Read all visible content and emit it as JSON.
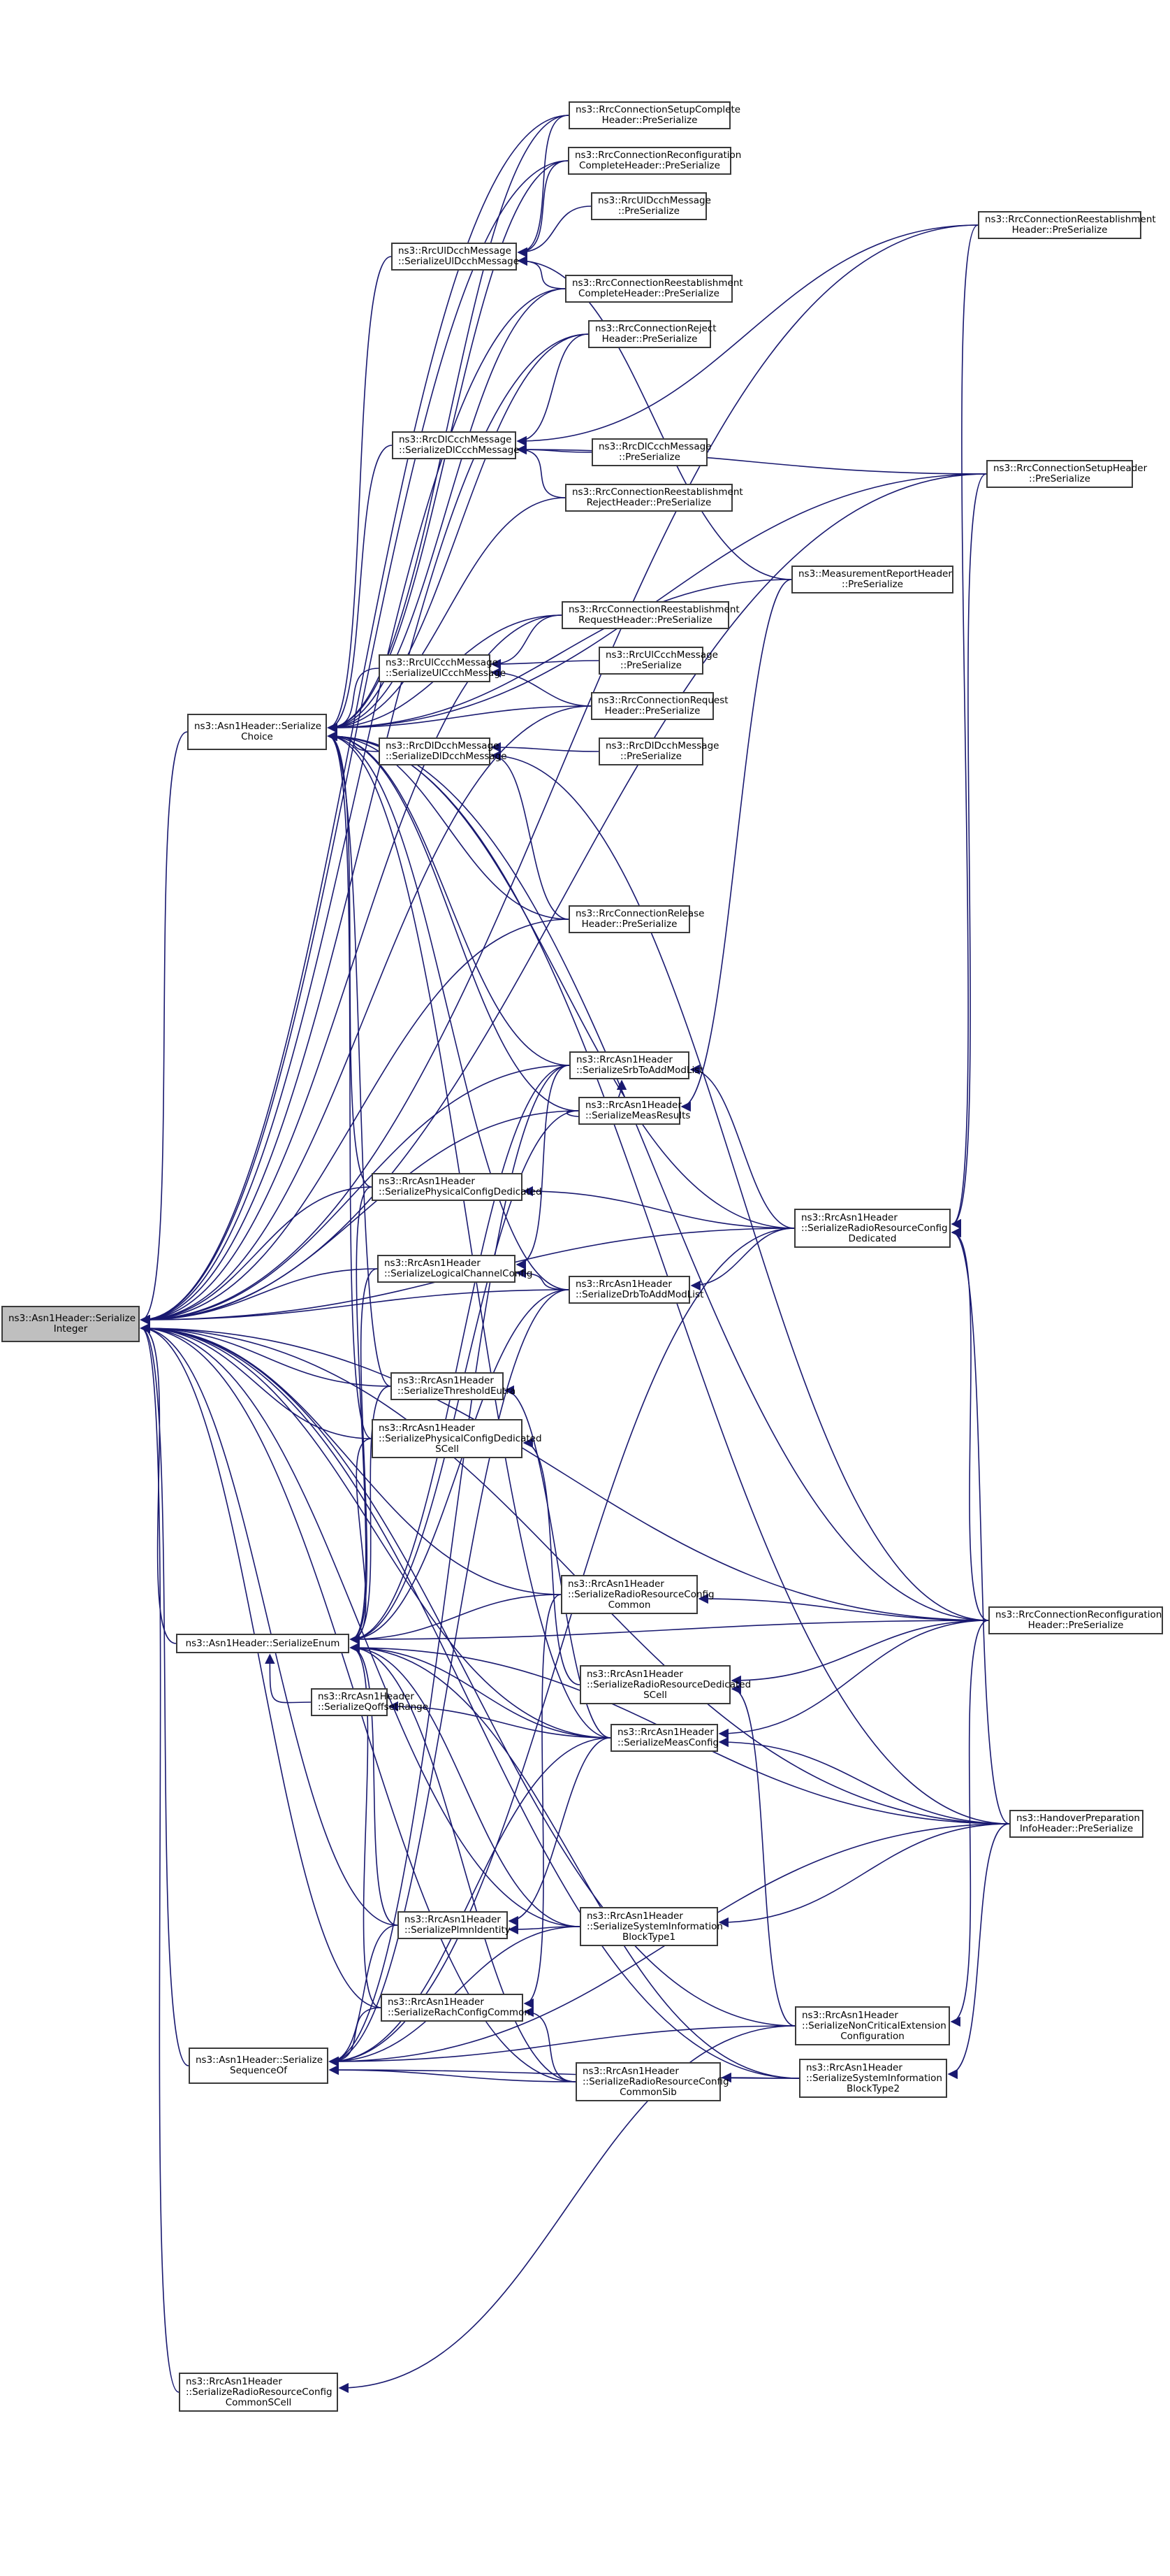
{
  "diagram": {
    "type": "doxygen-caller-graph",
    "root": "integer",
    "colors": {
      "edge": "#191970",
      "node_border": "#3a3a3a",
      "root_fill": "#bfbfbf",
      "node_fill": "#ffffff"
    },
    "nodes": [
      {
        "id": "integer",
        "lines": [
          "ns3::Asn1Header::Serialize",
          "Integer"
        ]
      },
      {
        "id": "choice",
        "lines": [
          "ns3::Asn1Header::Serialize",
          "Choice"
        ]
      },
      {
        "id": "enum",
        "lines": [
          "ns3::Asn1Header::SerializeEnum"
        ]
      },
      {
        "id": "seqof",
        "lines": [
          "ns3::Asn1Header::Serialize",
          "SequenceOf"
        ]
      },
      {
        "id": "rrccommonscell",
        "lines": [
          "ns3::RrcAsn1Header",
          "::SerializeRadioResourceConfig",
          "CommonSCell"
        ]
      },
      {
        "id": "uldcch",
        "lines": [
          "ns3::RrcUlDcchMessage",
          "::SerializeUlDcchMessage"
        ]
      },
      {
        "id": "dlccch",
        "lines": [
          "ns3::RrcDlCcchMessage",
          "::SerializeDlCcchMessage"
        ]
      },
      {
        "id": "ulccch",
        "lines": [
          "ns3::RrcUlCcchMessage",
          "::SerializeUlCcchMessage"
        ]
      },
      {
        "id": "dldcch",
        "lines": [
          "ns3::RrcDlDcchMessage",
          "::SerializeDlDcchMessage"
        ]
      },
      {
        "id": "physded",
        "lines": [
          "ns3::RrcAsn1Header",
          "::SerializePhysicalConfigDedicated"
        ]
      },
      {
        "id": "logch",
        "lines": [
          "ns3::RrcAsn1Header",
          "::SerializeLogicalChannelConfig"
        ]
      },
      {
        "id": "thresh",
        "lines": [
          "ns3::RrcAsn1Header",
          "::SerializeThresholdEutra"
        ]
      },
      {
        "id": "physdedscell",
        "lines": [
          "ns3::RrcAsn1Header",
          "::SerializePhysicalConfigDedicated",
          "SCell"
        ]
      },
      {
        "id": "qoffset",
        "lines": [
          "ns3::RrcAsn1Header",
          "::SerializeQoffsetRange"
        ]
      },
      {
        "id": "plmn",
        "lines": [
          "ns3::RrcAsn1Header",
          "::SerializePlmnIdentity"
        ]
      },
      {
        "id": "rach",
        "lines": [
          "ns3::RrcAsn1Header",
          "::SerializeRachConfigCommon"
        ]
      },
      {
        "id": "setupcomplete",
        "lines": [
          "ns3::RrcConnectionSetupComplete",
          "Header::PreSerialize"
        ]
      },
      {
        "id": "reconfcomplete",
        "lines": [
          "ns3::RrcConnectionReconfiguration",
          "CompleteHeader::PreSerialize"
        ]
      },
      {
        "id": "uldcchpre",
        "lines": [
          "ns3::RrcUlDcchMessage",
          "::PreSerialize"
        ]
      },
      {
        "id": "reestcomplete",
        "lines": [
          "ns3::RrcConnectionReestablishment",
          "CompleteHeader::PreSerialize"
        ]
      },
      {
        "id": "reject",
        "lines": [
          "ns3::RrcConnectionReject",
          "Header::PreSerialize"
        ]
      },
      {
        "id": "dlccchpre",
        "lines": [
          "ns3::RrcDlCcchMessage",
          "::PreSerialize"
        ]
      },
      {
        "id": "reestreject",
        "lines": [
          "ns3::RrcConnectionReestablishment",
          "RejectHeader::PreSerialize"
        ]
      },
      {
        "id": "measreport",
        "lines": [
          "ns3::MeasurementReportHeader",
          "::PreSerialize"
        ]
      },
      {
        "id": "reestrequest",
        "lines": [
          "ns3::RrcConnectionReestablishment",
          "RequestHeader::PreSerialize"
        ]
      },
      {
        "id": "ulccchpre",
        "lines": [
          "ns3::RrcUlCcchMessage",
          "::PreSerialize"
        ]
      },
      {
        "id": "connrequest",
        "lines": [
          "ns3::RrcConnectionRequest",
          "Header::PreSerialize"
        ]
      },
      {
        "id": "dldcchpre",
        "lines": [
          "ns3::RrcDlDcchMessage",
          "::PreSerialize"
        ]
      },
      {
        "id": "release",
        "lines": [
          "ns3::RrcConnectionRelease",
          "Header::PreSerialize"
        ]
      },
      {
        "id": "srb",
        "lines": [
          "ns3::RrcAsn1Header",
          "::SerializeSrbToAddModList"
        ]
      },
      {
        "id": "measresults",
        "lines": [
          "ns3::RrcAsn1Header",
          "::SerializeMeasResults"
        ]
      },
      {
        "id": "drb",
        "lines": [
          "ns3::RrcAsn1Header",
          "::SerializeDrbToAddModList"
        ]
      },
      {
        "id": "rrccommon",
        "lines": [
          "ns3::RrcAsn1Header",
          "::SerializeRadioResourceConfig",
          "Common"
        ]
      },
      {
        "id": "rrdedscell",
        "lines": [
          "ns3::RrcAsn1Header",
          "::SerializeRadioResourceDedicated",
          "SCell"
        ]
      },
      {
        "id": "measconfig",
        "lines": [
          "ns3::RrcAsn1Header",
          "::SerializeMeasConfig"
        ]
      },
      {
        "id": "sib1",
        "lines": [
          "ns3::RrcAsn1Header",
          "::SerializeSystemInformation",
          "BlockType1"
        ]
      },
      {
        "id": "rrccommonsib",
        "lines": [
          "ns3::RrcAsn1Header",
          "::SerializeRadioResourceConfig",
          "CommonSib"
        ]
      },
      {
        "id": "rrcded",
        "lines": [
          "ns3::RrcAsn1Header",
          "::SerializeRadioResourceConfig",
          "Dedicated"
        ]
      },
      {
        "id": "noncrit",
        "lines": [
          "ns3::RrcAsn1Header",
          "::SerializeNonCriticalExtension",
          "Configuration"
        ]
      },
      {
        "id": "sib2",
        "lines": [
          "ns3::RrcAsn1Header",
          "::SerializeSystemInformation",
          "BlockType2"
        ]
      },
      {
        "id": "reestheader",
        "lines": [
          "ns3::RrcConnectionReestablishment",
          "Header::PreSerialize"
        ]
      },
      {
        "id": "setupheader",
        "lines": [
          "ns3::RrcConnectionSetupHeader",
          "::PreSerialize"
        ]
      },
      {
        "id": "reconfheader",
        "lines": [
          "ns3::RrcConnectionReconfiguration",
          "Header::PreSerialize"
        ]
      },
      {
        "id": "handover",
        "lines": [
          "ns3::HandoverPreparation",
          "InfoHeader::PreSerialize"
        ]
      }
    ],
    "edges": [
      [
        "choice",
        "integer"
      ],
      [
        "enum",
        "integer"
      ],
      [
        "seqof",
        "integer"
      ],
      [
        "rrccommonscell",
        "integer"
      ],
      [
        "physded",
        "integer"
      ],
      [
        "logch",
        "integer"
      ],
      [
        "thresh",
        "integer"
      ],
      [
        "physdedscell",
        "integer"
      ],
      [
        "drb",
        "integer"
      ],
      [
        "srb",
        "integer"
      ],
      [
        "measresults",
        "integer"
      ],
      [
        "rrcded",
        "integer"
      ],
      [
        "plmn",
        "integer"
      ],
      [
        "rach",
        "integer"
      ],
      [
        "measconfig",
        "integer"
      ],
      [
        "sib1",
        "integer"
      ],
      [
        "rrccommonsib",
        "integer"
      ],
      [
        "sib2",
        "integer"
      ],
      [
        "noncrit",
        "integer"
      ],
      [
        "rrccommon",
        "integer"
      ],
      [
        "setupcomplete",
        "integer"
      ],
      [
        "reconfcomplete",
        "integer"
      ],
      [
        "reestcomplete",
        "integer"
      ],
      [
        "reject",
        "integer"
      ],
      [
        "release",
        "integer"
      ],
      [
        "reestrequest",
        "integer"
      ],
      [
        "connrequest",
        "integer"
      ],
      [
        "reestheader",
        "integer"
      ],
      [
        "setupheader",
        "integer"
      ],
      [
        "reconfheader",
        "integer"
      ],
      [
        "handover",
        "integer"
      ],
      [
        "uldcch",
        "choice"
      ],
      [
        "dlccch",
        "choice"
      ],
      [
        "ulccch",
        "choice"
      ],
      [
        "dldcch",
        "choice"
      ],
      [
        "setupcomplete",
        "choice"
      ],
      [
        "reconfcomplete",
        "choice"
      ],
      [
        "reestcomplete",
        "choice"
      ],
      [
        "reject",
        "choice"
      ],
      [
        "reestreject",
        "choice"
      ],
      [
        "measreport",
        "choice"
      ],
      [
        "reestrequest",
        "choice"
      ],
      [
        "connrequest",
        "choice"
      ],
      [
        "release",
        "choice"
      ],
      [
        "srb",
        "choice"
      ],
      [
        "measresults",
        "choice"
      ],
      [
        "physded",
        "choice"
      ],
      [
        "thresh",
        "choice"
      ],
      [
        "physdedscell",
        "choice"
      ],
      [
        "drb",
        "choice"
      ],
      [
        "measconfig",
        "choice"
      ],
      [
        "rrcded",
        "choice"
      ],
      [
        "reconfheader",
        "choice"
      ],
      [
        "handover",
        "choice"
      ],
      [
        "setupheader",
        "choice"
      ],
      [
        "setupcomplete",
        "uldcch"
      ],
      [
        "reconfcomplete",
        "uldcch"
      ],
      [
        "uldcchpre",
        "uldcch"
      ],
      [
        "reestcomplete",
        "uldcch"
      ],
      [
        "measreport",
        "uldcch"
      ],
      [
        "reject",
        "dlccch"
      ],
      [
        "dlccchpre",
        "dlccch"
      ],
      [
        "reestreject",
        "dlccch"
      ],
      [
        "reestheader",
        "dlccch"
      ],
      [
        "setupheader",
        "dlccch"
      ],
      [
        "reestrequest",
        "ulccch"
      ],
      [
        "ulccchpre",
        "ulccch"
      ],
      [
        "connrequest",
        "ulccch"
      ],
      [
        "dldcchpre",
        "dldcch"
      ],
      [
        "release",
        "dldcch"
      ],
      [
        "reconfheader",
        "dldcch"
      ],
      [
        "measresults",
        "srb"
      ],
      [
        "rrcded",
        "srb"
      ],
      [
        "measreport",
        "measresults"
      ],
      [
        "rrcded",
        "physded"
      ],
      [
        "drb",
        "logch"
      ],
      [
        "srb",
        "logch"
      ],
      [
        "rrcded",
        "drb"
      ],
      [
        "measconfig",
        "thresh"
      ],
      [
        "rrdedscell",
        "physdedscell"
      ],
      [
        "reestheader",
        "rrcded"
      ],
      [
        "setupheader",
        "rrcded"
      ],
      [
        "reconfheader",
        "rrcded"
      ],
      [
        "handover",
        "rrcded"
      ],
      [
        "reconfheader",
        "rrccommon"
      ],
      [
        "handover",
        "measconfig"
      ],
      [
        "reconfheader",
        "measconfig"
      ],
      [
        "measconfig",
        "qoffset"
      ],
      [
        "reconfheader",
        "rrdedscell"
      ],
      [
        "noncrit",
        "rrdedscell"
      ],
      [
        "sib1",
        "plmn"
      ],
      [
        "measconfig",
        "plmn"
      ],
      [
        "rrccommonsib",
        "rach"
      ],
      [
        "rrccommon",
        "rach"
      ],
      [
        "handover",
        "sib1"
      ],
      [
        "sib2",
        "rrccommonsib"
      ],
      [
        "handover",
        "sib2"
      ],
      [
        "reconfheader",
        "noncrit"
      ],
      [
        "noncrit",
        "rrccommonscell"
      ],
      [
        "physded",
        "enum"
      ],
      [
        "logch",
        "enum"
      ],
      [
        "thresh",
        "enum"
      ],
      [
        "physdedscell",
        "enum"
      ],
      [
        "qoffset",
        "enum"
      ],
      [
        "plmn",
        "enum"
      ],
      [
        "rach",
        "enum"
      ],
      [
        "measconfig",
        "enum"
      ],
      [
        "rrccommon",
        "enum"
      ],
      [
        "reconfheader",
        "enum"
      ],
      [
        "sib1",
        "enum"
      ],
      [
        "rrccommonsib",
        "enum"
      ],
      [
        "drb",
        "enum"
      ],
      [
        "srb",
        "enum"
      ],
      [
        "measresults",
        "enum"
      ],
      [
        "handover",
        "enum"
      ],
      [
        "sib2",
        "enum"
      ],
      [
        "plmn",
        "seqof"
      ],
      [
        "rach",
        "seqof"
      ],
      [
        "measconfig",
        "seqof"
      ],
      [
        "sib1",
        "seqof"
      ],
      [
        "rrccommonsib",
        "seqof"
      ],
      [
        "sib2",
        "seqof"
      ],
      [
        "noncrit",
        "seqof"
      ],
      [
        "drb",
        "seqof"
      ],
      [
        "srb",
        "seqof"
      ],
      [
        "handover",
        "seqof"
      ],
      [
        "rrcded",
        "seqof"
      ]
    ]
  }
}
